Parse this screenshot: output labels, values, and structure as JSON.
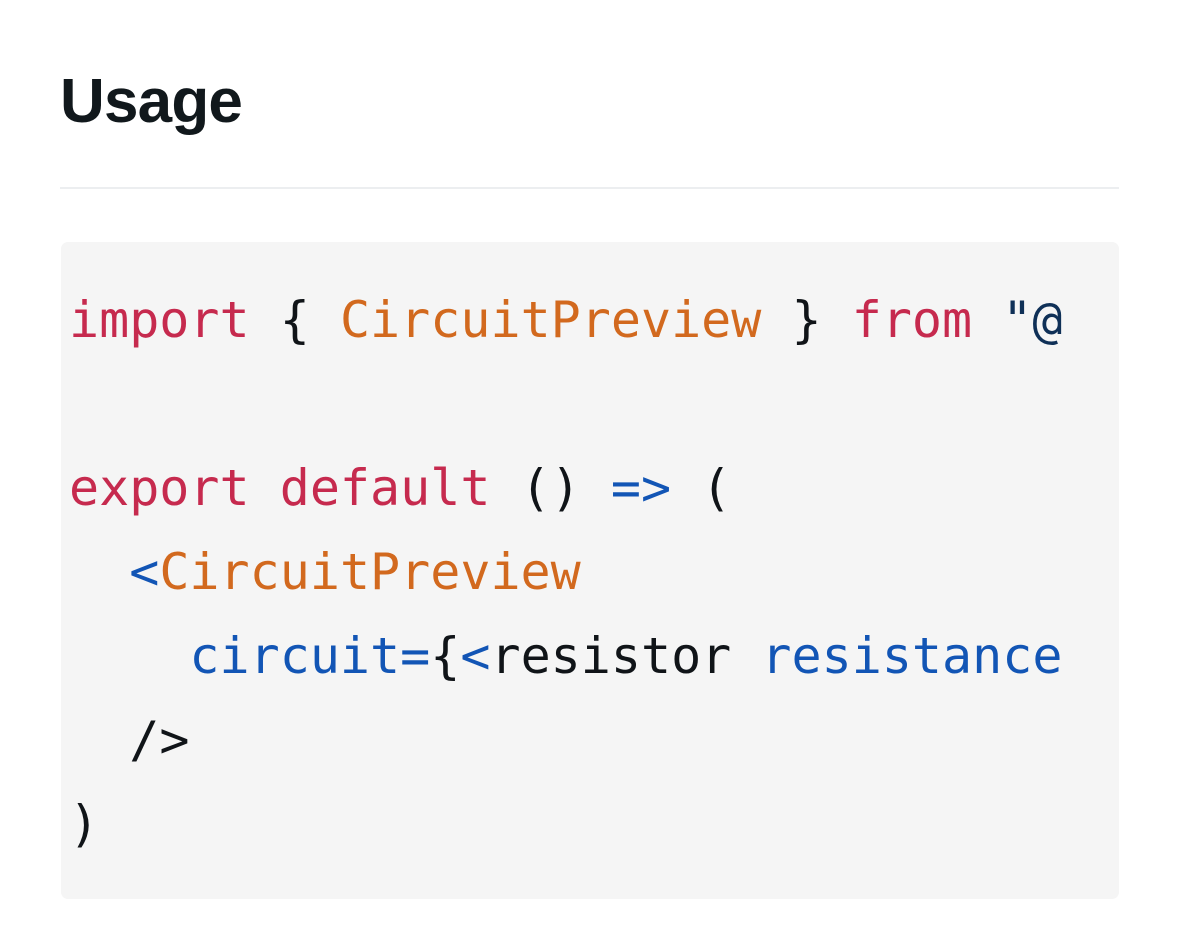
{
  "page": {
    "background_color": "#ffffff"
  },
  "heading": {
    "text": "Usage",
    "color": "#11181c",
    "rule_color": "#eceef0"
  },
  "code_block": {
    "background_color": "#f5f5f5",
    "language": "jsx",
    "clipped_right": true,
    "colors": {
      "keyword": "#c62a4e",
      "class_name": "#d2691e",
      "operator": "#1255b5",
      "attribute": "#1255b5",
      "tag": "#1255b5",
      "punctuation": "#101418",
      "plain": "#101418",
      "string": "#0f3057"
    },
    "lines": [
      {
        "id": "line-1-import",
        "tokens": [
          {
            "text": "import",
            "type": "keyword"
          },
          {
            "text": " ",
            "type": "plain"
          },
          {
            "text": "{",
            "type": "punct"
          },
          {
            "text": " ",
            "type": "plain"
          },
          {
            "text": "CircuitPreview",
            "type": "class"
          },
          {
            "text": " ",
            "type": "plain"
          },
          {
            "text": "}",
            "type": "punct"
          },
          {
            "text": " ",
            "type": "plain"
          },
          {
            "text": "from",
            "type": "keyword"
          },
          {
            "text": " ",
            "type": "plain"
          },
          {
            "text": "\"@",
            "type": "string"
          }
        ]
      },
      {
        "id": "line-2-blank",
        "tokens": []
      },
      {
        "id": "line-3-export",
        "tokens": [
          {
            "text": "export default",
            "type": "keyword"
          },
          {
            "text": " ",
            "type": "plain"
          },
          {
            "text": "()",
            "type": "punct"
          },
          {
            "text": " ",
            "type": "plain"
          },
          {
            "text": "=>",
            "type": "operator"
          },
          {
            "text": " ",
            "type": "plain"
          },
          {
            "text": "(",
            "type": "punct"
          }
        ]
      },
      {
        "id": "line-4-open-tag",
        "tokens": [
          {
            "text": "  ",
            "type": "plain"
          },
          {
            "text": "<",
            "type": "tag"
          },
          {
            "text": "CircuitPreview",
            "type": "class"
          }
        ]
      },
      {
        "id": "line-5-circuit-prop",
        "tokens": [
          {
            "text": "    ",
            "type": "plain"
          },
          {
            "text": "circuit=",
            "type": "attr"
          },
          {
            "text": "{",
            "type": "punct"
          },
          {
            "text": "<",
            "type": "tag"
          },
          {
            "text": "resistor",
            "type": "plain"
          },
          {
            "text": " ",
            "type": "plain"
          },
          {
            "text": "resistance",
            "type": "attr"
          }
        ]
      },
      {
        "id": "line-6-self-close",
        "tokens": [
          {
            "text": "  ",
            "type": "plain"
          },
          {
            "text": "/>",
            "type": "punct"
          }
        ]
      },
      {
        "id": "line-7-close-paren",
        "tokens": [
          {
            "text": ")",
            "type": "punct"
          }
        ]
      }
    ]
  }
}
